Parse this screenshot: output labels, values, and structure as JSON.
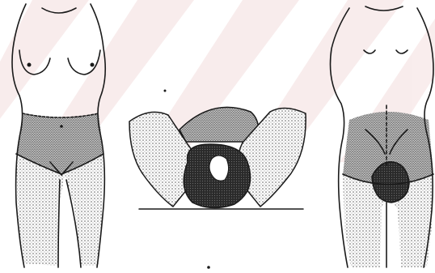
{
  "figure": {
    "panels": [
      {
        "id": "front-view"
      },
      {
        "id": "lithotomy-view"
      },
      {
        "id": "back-view"
      }
    ],
    "colors": {
      "background": "#ffffff",
      "watermark": "#f4dede",
      "outline": "#1a1a1a",
      "shade_light": "#d2d2d2",
      "shade_medium": "#9a9a9a",
      "shade_dark": "#3a3a3a",
      "shade_black": "#141414"
    }
  }
}
